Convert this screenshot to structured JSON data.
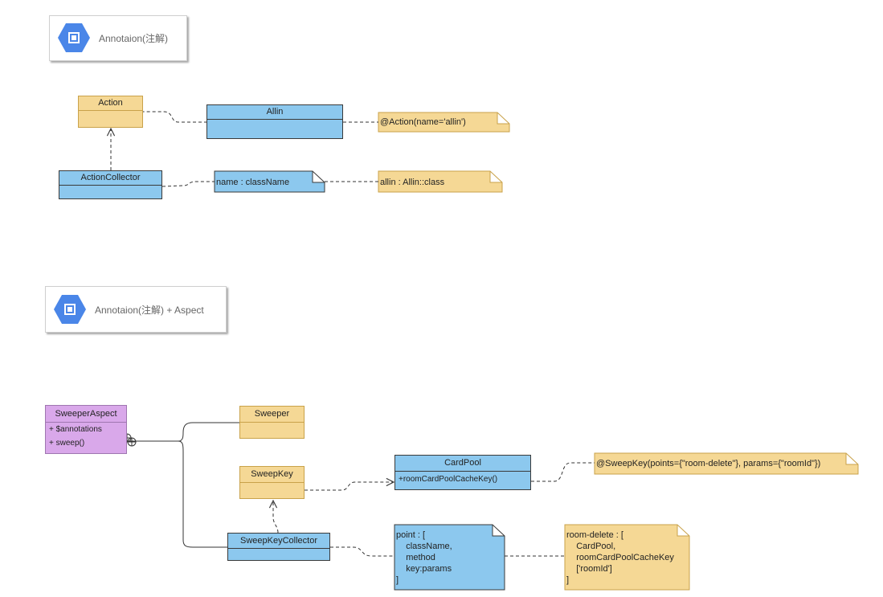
{
  "colors": {
    "yellow": "#f5d895",
    "blue": "#8cc8ee",
    "purple": "#d9a8ea",
    "hex_icon": "#4a86e8"
  },
  "section1": {
    "title": "Annotaion(注解)",
    "icon": "chip-hexagon-icon",
    "classes": {
      "action": "Action",
      "allin": "Allin",
      "action_collector": "ActionCollector"
    },
    "notes": {
      "action_annotation": "@Action(name='allin')",
      "name_classname": "name : className",
      "allin_class": "allin : Allin::class"
    }
  },
  "section2": {
    "title": "Annotaion(注解) + Aspect",
    "icon": "chip-hexagon-icon",
    "classes": {
      "sweeper_aspect": "SweeperAspect",
      "sweeper_aspect_members": [
        "+ $annotations",
        "+ sweep()"
      ],
      "sweeper": "Sweeper",
      "sweep_key": "SweepKey",
      "card_pool": "CardPool",
      "card_pool_member": "+roomCardPoolCacheKey()",
      "sweep_key_collector": "SweepKeyCollector"
    },
    "notes": {
      "sweep_key_annotation": "@SweepKey(points={\"room-delete\"}, params={\"roomId\"})",
      "point_struct": "point : [\n    className,\n    method\n    key:params\n]",
      "room_delete": "room-delete : [\n    CardPool,\n    roomCardPoolCacheKey\n    ['roomId']\n]"
    }
  }
}
